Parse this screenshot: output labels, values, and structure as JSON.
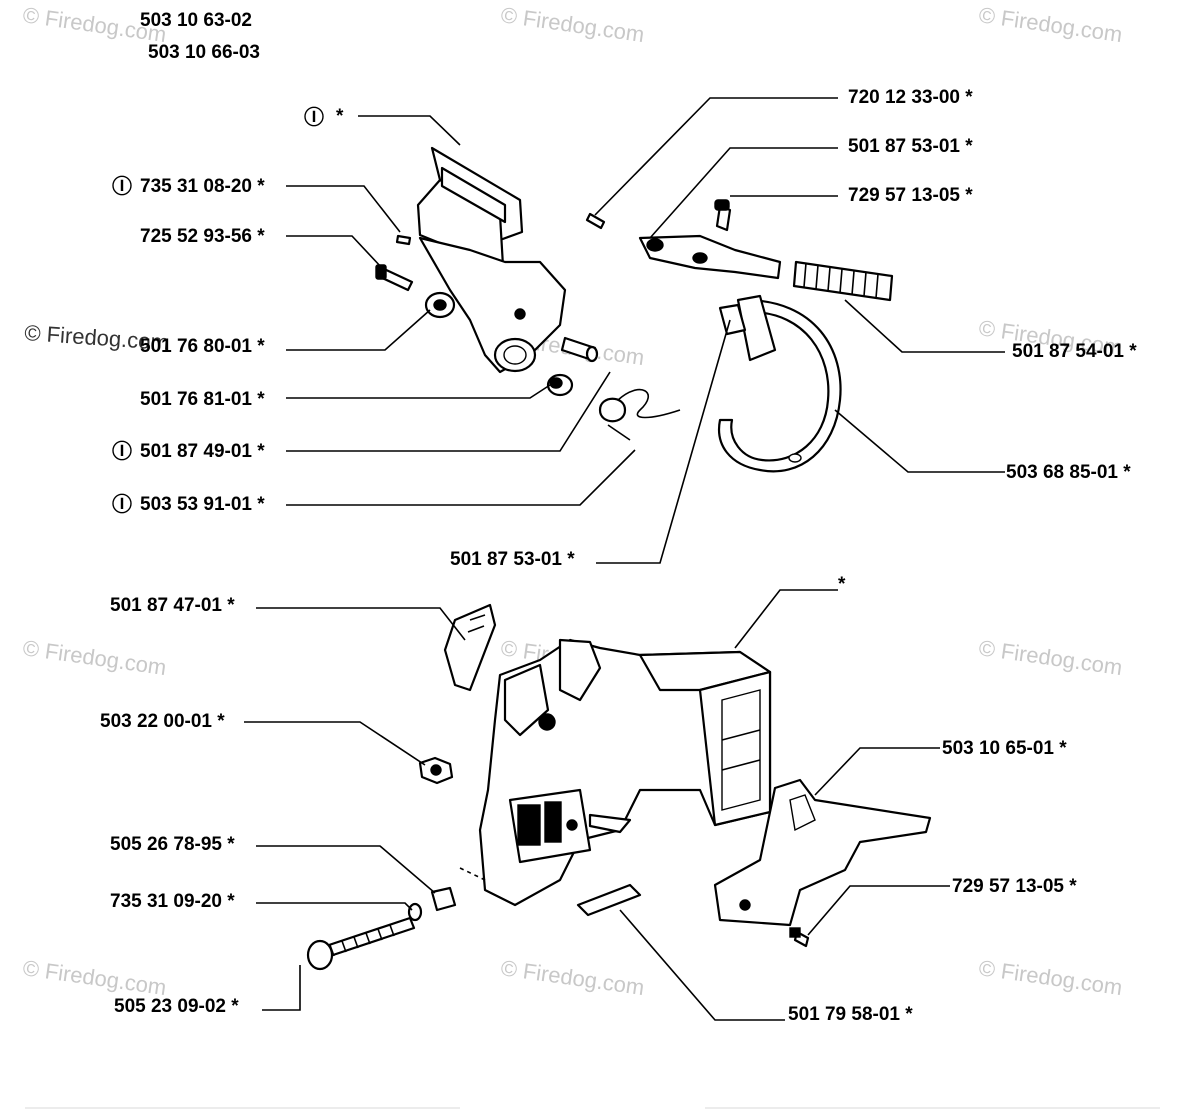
{
  "header_codes": [
    "503 10 63-02",
    "503 10 66-03"
  ],
  "watermark": "© Firedog.com",
  "circle_i_symbol": "Ⓘ",
  "labels": {
    "l1": {
      "text": "*",
      "circle_i": true
    },
    "l2": {
      "text": "735 31 08-20  *",
      "circle_i": true
    },
    "l3": {
      "text": "725 52 93-56  *",
      "circle_i": false
    },
    "l4": {
      "text": "501 76 80-01  *",
      "circle_i": false
    },
    "l5": {
      "text": "501 76 81-01  *",
      "circle_i": false
    },
    "l6": {
      "text": "501 87 49-01  *",
      "circle_i": true
    },
    "l7": {
      "text": "503 53 91-01  *",
      "circle_i": true
    },
    "l8": {
      "text": "501 87 53-01  *",
      "circle_i": false
    },
    "l9": {
      "text": "720 12 33-00  *",
      "circle_i": false
    },
    "l10": {
      "text": "501 87 53-01  *",
      "circle_i": false
    },
    "l11": {
      "text": "729 57 13-05  *",
      "circle_i": false
    },
    "l12": {
      "text": "501 87 54-01  *",
      "circle_i": false
    },
    "l13": {
      "text": "503 68 85-01  *",
      "circle_i": false
    },
    "l14": {
      "text": "501 87 47-01  *",
      "circle_i": false
    },
    "l15": {
      "text": "503 22 00-01  *",
      "circle_i": false
    },
    "l16": {
      "text": "505 26 78-95  *",
      "circle_i": false
    },
    "l17": {
      "text": "735 31 09-20  *",
      "circle_i": false
    },
    "l18": {
      "text": "505 23 09-02  *",
      "circle_i": false
    },
    "l19": {
      "text": "*",
      "circle_i": false
    },
    "l20": {
      "text": "503 10 65-01  *",
      "circle_i": false
    },
    "l21": {
      "text": "729 57 13-05  *",
      "circle_i": false
    },
    "l22": {
      "text": "501 79 58-01  *",
      "circle_i": false
    }
  },
  "colors": {
    "ink": "#000000",
    "watermark": "#c8c8c8",
    "background": "#ffffff"
  }
}
